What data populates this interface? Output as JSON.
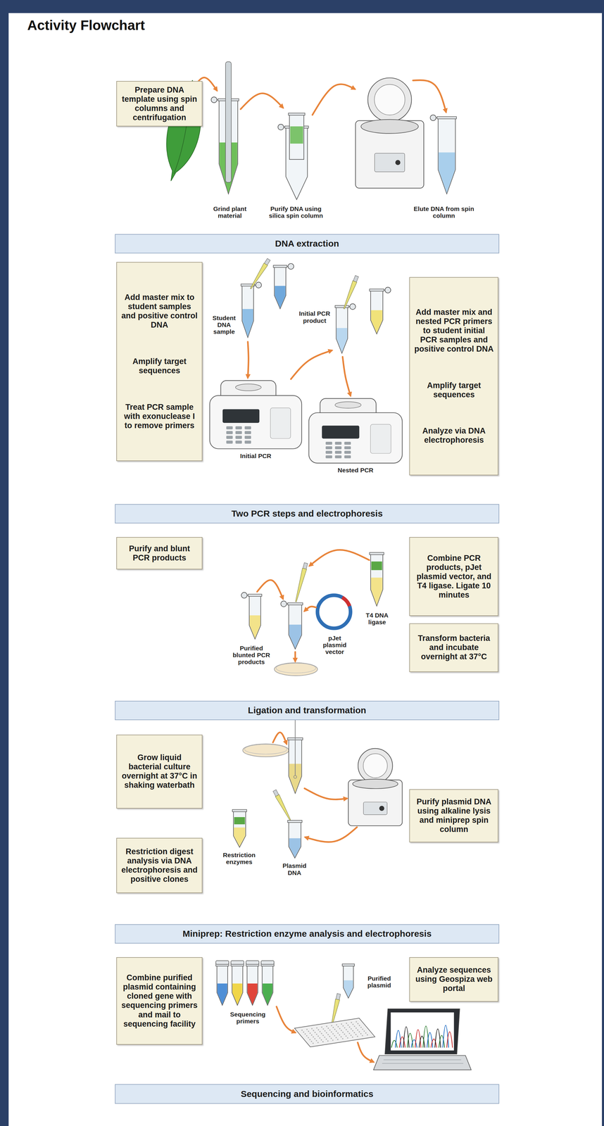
{
  "diagram": {
    "title": "Activity Flowchart",
    "nodes": [
      {
        "text": [
          "Prepare DNA template using spin columns and centrifugation"
        ]
      },
      {
        "text": [
          "DNA extraction"
        ]
      },
      {
        "text": [
          "Add master mix to student samples and positive control DNA",
          "Amplify target sequences",
          "Treat PCR sample with exonuclease I to remove primers"
        ]
      },
      {
        "text": [
          "Add master mix and nested PCR primers to student initial PCR samples and positive control DNA",
          "Amplify target sequences",
          "Analyze via DNA electrophoresis"
        ]
      },
      {
        "text": [
          "Two PCR steps and electrophoresis"
        ]
      },
      {
        "text": [
          "Purify and blunt PCR products"
        ]
      },
      {
        "text": [
          "Combine PCR products, pJet plasmid vector, and T4 ligase. Ligate 10 minutes"
        ]
      },
      {
        "text": [
          "Transform bacteria and incubate overnight at 37°C"
        ]
      },
      {
        "text": [
          "Ligation and transformation"
        ]
      },
      {
        "text": [
          "Grow liquid bacterial culture overnight at 37°C in shaking waterbath"
        ]
      },
      {
        "text": [
          "Purify plasmid DNA using alkaline lysis and miniprep spin column"
        ]
      },
      {
        "text": [
          "Restriction digest analysis via DNA electrophoresis and positive clones"
        ]
      },
      {
        "text": [
          "Miniprep: Restriction enzyme analysis and electrophoresis"
        ]
      },
      {
        "text": [
          "Combine purified plasmid containing cloned gene with sequencing primers and mail to sequencing facility"
        ]
      },
      {
        "text": [
          "Analyze sequences using Geospiza web portal"
        ]
      },
      {
        "text": [
          "Sequencing and bioinformatics"
        ]
      }
    ],
    "labels": [
      "Grind plant material",
      "Purify DNA using silica spin column",
      "Elute DNA from spin column",
      "Student DNA sample",
      "Initial PCR product",
      "Initial PCR",
      "Nested PCR",
      "T4 DNA ligase",
      "Purified blunted PCR products",
      "pJet plasmid vector",
      "Restriction enzymes",
      "Plasmid DNA",
      "Purified plasmid",
      "Sequencing primers"
    ]
  }
}
